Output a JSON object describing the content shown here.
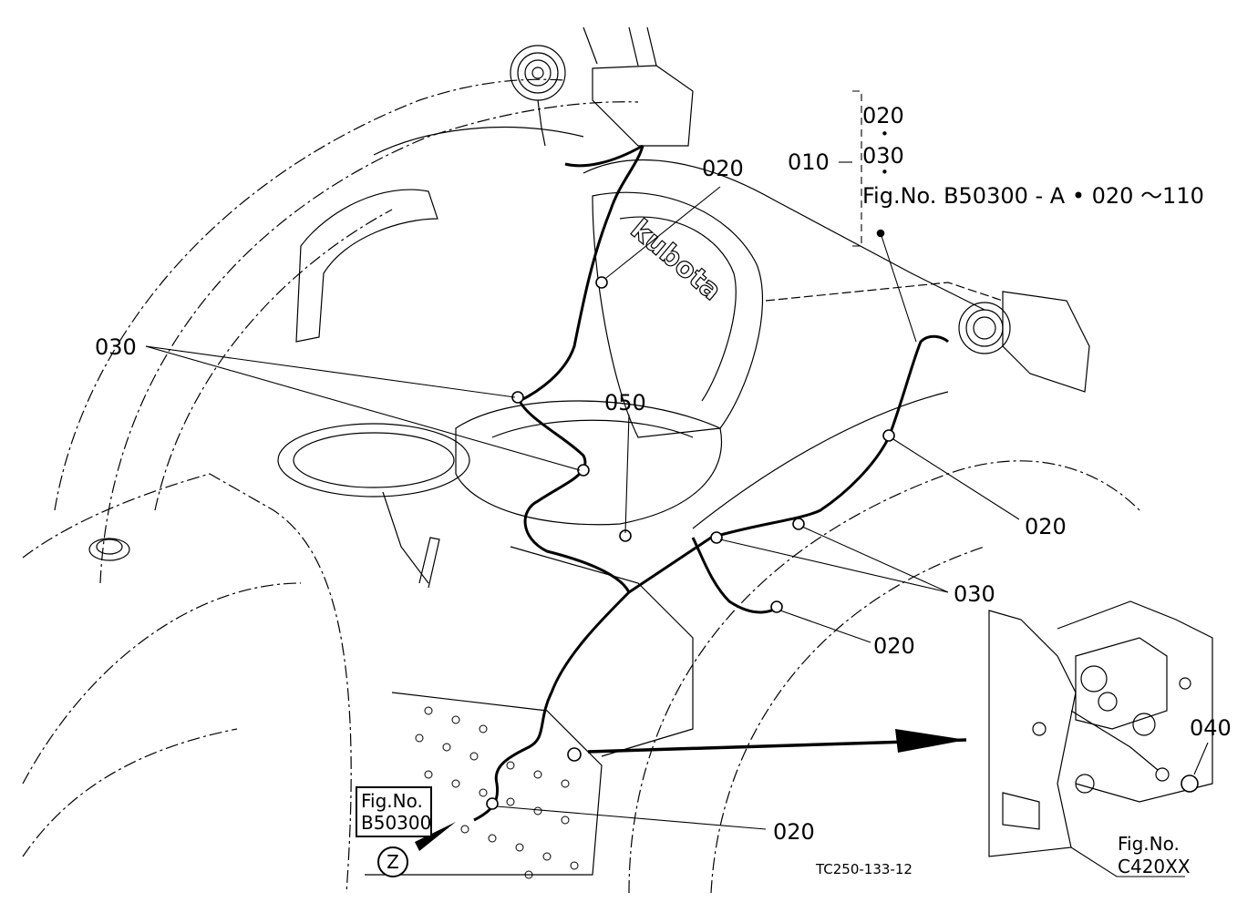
{
  "part_labels": {
    "c010": "010",
    "c020_top": "020",
    "c020_right": "020",
    "c020_mid": "020",
    "c020_bottom": "020",
    "c030_left": "030",
    "c030_right": "030",
    "c040": "040",
    "c050": "050"
  },
  "bracket_list": {
    "item1": "020",
    "dot1": "•",
    "item2": "030",
    "dot2": "•",
    "item3": "Fig.No. B50300 - A • 020 ～110"
  },
  "ref_box_left": {
    "line1": "Fig.No.",
    "line2": "B50300"
  },
  "ref_marker": "Z",
  "ref_right": {
    "line1": "Fig.No.",
    "line2": "C420XX"
  },
  "drawing_code": "TC250-133-12",
  "brand_text": "kubota",
  "colors": {
    "line": "#000000",
    "background": "#ffffff"
  }
}
